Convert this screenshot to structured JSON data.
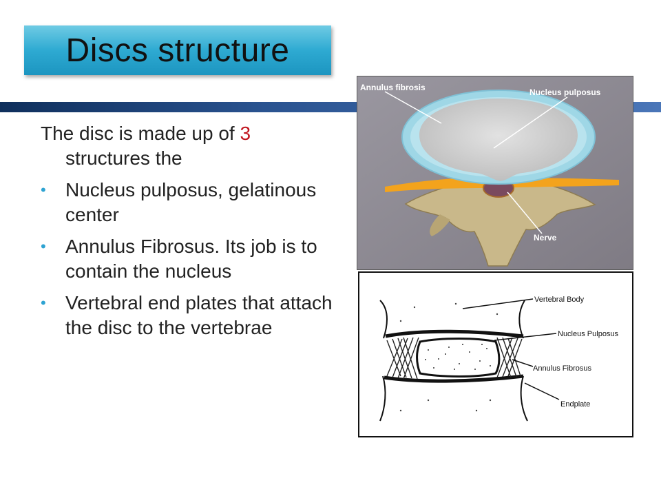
{
  "title": "Discs structure",
  "intro": {
    "before_number": "The disc is made up of ",
    "number": "3",
    "after_number": " structures the"
  },
  "bullets": [
    "Nucleus pulposus, gelatinous center",
    "Annulus Fibrosus.  Its job is to contain the nucleus",
    "Vertebral end plates that attach the disc to the vertebrae"
  ],
  "figure_top": {
    "labels": {
      "annulus": "Annulus fibrosis",
      "nucleus": "Nucleus pulposus",
      "nerve": "Nerve"
    }
  },
  "figure_bottom": {
    "labels": {
      "vertebral_body": "Vertebral Body",
      "nucleus": "Nucleus Pulposus",
      "annulus": "Annulus Fibrosus",
      "endplate": "Endplate"
    }
  },
  "colors": {
    "title_bg": "#2eaad2",
    "accent_number": "#c0141e",
    "bullet": "#2ea3d2",
    "band": "#1f3f70"
  }
}
